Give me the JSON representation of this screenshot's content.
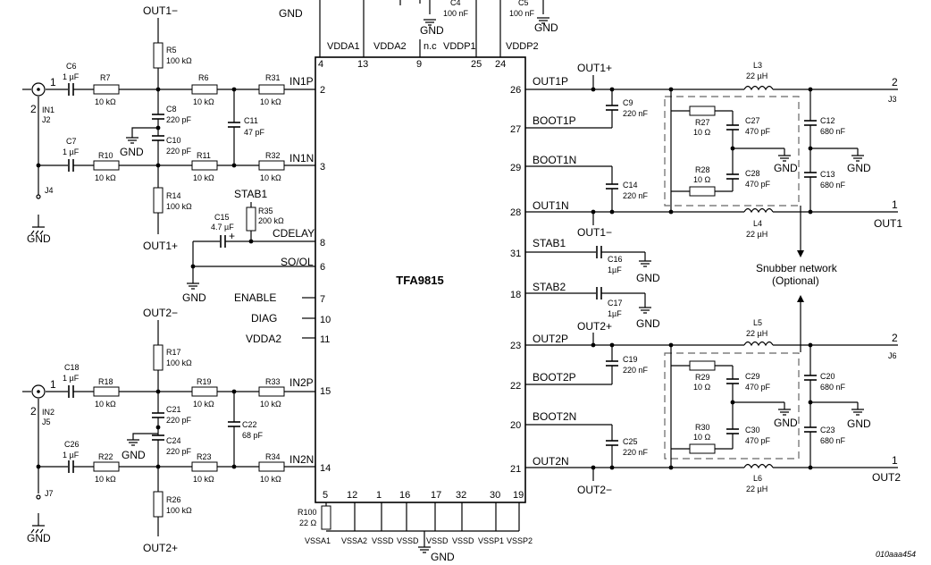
{
  "ic": {
    "name": "TFA9815",
    "top_pins": [
      {
        "num": "4",
        "label": "VDDA1"
      },
      {
        "num": "13",
        "label": "VDDA2"
      },
      {
        "num": "9",
        "label": "n.c"
      },
      {
        "num": "25",
        "label": "VDDP1"
      },
      {
        "num": "24",
        "label": "VDDP2"
      }
    ],
    "left_pins": [
      {
        "num": "2",
        "label": "IN1P"
      },
      {
        "num": "3",
        "label": "IN1N"
      },
      {
        "num": "8",
        "label": "CDELAY"
      },
      {
        "num": "6",
        "label": "SO/OL"
      },
      {
        "num": "7",
        "label": "ENABLE"
      },
      {
        "num": "10",
        "label": "DIAG"
      },
      {
        "num": "11",
        "label": "VDDA2"
      },
      {
        "num": "15",
        "label": "IN2P"
      },
      {
        "num": "14",
        "label": "IN2N"
      }
    ],
    "right_pins": [
      {
        "num": "26",
        "label": "OUT1P"
      },
      {
        "num": "27",
        "label": "BOOT1P"
      },
      {
        "num": "29",
        "label": "BOOT1N"
      },
      {
        "num": "28",
        "label": "OUT1N"
      },
      {
        "num": "31",
        "label": "STAB1"
      },
      {
        "num": "18",
        "label": "STAB2"
      },
      {
        "num": "23",
        "label": "OUT2P"
      },
      {
        "num": "22",
        "label": "BOOT2P"
      },
      {
        "num": "20",
        "label": "BOOT2N"
      },
      {
        "num": "21",
        "label": "OUT2N"
      }
    ],
    "bottom_pins": [
      "5",
      "12",
      "1",
      "16",
      "17",
      "32",
      "30",
      "19"
    ],
    "bottom_labels": [
      "VSSA1",
      "VSSA2",
      "VSSD",
      "VSSD",
      "VSSD",
      "VSSD",
      "VSSP1",
      "VSSP2"
    ]
  },
  "components": {
    "C4": {
      "ref": "C4",
      "value": "100 nF"
    },
    "C5": {
      "ref": "C5",
      "value": "100 nF"
    },
    "C6": {
      "ref": "C6",
      "value": "1 µF"
    },
    "R7": {
      "ref": "R7",
      "value": "10 kΩ"
    },
    "R5": {
      "ref": "R5",
      "value": "100 kΩ"
    },
    "R6": {
      "ref": "R6",
      "value": "10 kΩ"
    },
    "R31": {
      "ref": "R31",
      "value": "10 kΩ"
    },
    "C8": {
      "ref": "C8",
      "value": "220 pF"
    },
    "C10": {
      "ref": "C10",
      "value": "220 pF"
    },
    "C11": {
      "ref": "C11",
      "value": "47 pF"
    },
    "C7": {
      "ref": "C7",
      "value": "1 µF"
    },
    "R10": {
      "ref": "R10",
      "value": "10 kΩ"
    },
    "R11": {
      "ref": "R11",
      "value": "10 kΩ"
    },
    "R32": {
      "ref": "R32",
      "value": "10 kΩ"
    },
    "R14": {
      "ref": "R14",
      "value": "100 kΩ"
    },
    "R35": {
      "ref": "R35",
      "value": "200 kΩ"
    },
    "C15": {
      "ref": "C15",
      "value": "4.7 µF"
    },
    "C18": {
      "ref": "C18",
      "value": "1 µF"
    },
    "R18": {
      "ref": "R18",
      "value": "10 kΩ"
    },
    "R17": {
      "ref": "R17",
      "value": "100 kΩ"
    },
    "R19": {
      "ref": "R19",
      "value": "10 kΩ"
    },
    "R33": {
      "ref": "R33",
      "value": "10 kΩ"
    },
    "C21": {
      "ref": "C21",
      "value": "220 pF"
    },
    "C24": {
      "ref": "C24",
      "value": "220 pF"
    },
    "C22": {
      "ref": "C22",
      "value": "68 pF"
    },
    "C26": {
      "ref": "C26",
      "value": "1 µF"
    },
    "R22": {
      "ref": "R22",
      "value": "10 kΩ"
    },
    "R23": {
      "ref": "R23",
      "value": "10 kΩ"
    },
    "R34": {
      "ref": "R34",
      "value": "10 kΩ"
    },
    "R26": {
      "ref": "R26",
      "value": "100 kΩ"
    },
    "R100": {
      "ref": "R100",
      "value": "22 Ω"
    },
    "L3": {
      "ref": "L3",
      "value": "22 µH"
    },
    "L4": {
      "ref": "L4",
      "value": "22 µH"
    },
    "L5": {
      "ref": "L5",
      "value": "22 µH"
    },
    "L6": {
      "ref": "L6",
      "value": "22 µH"
    },
    "C9": {
      "ref": "C9",
      "value": "220 nF"
    },
    "C14": {
      "ref": "C14",
      "value": "220 nF"
    },
    "C19": {
      "ref": "C19",
      "value": "220 nF"
    },
    "C25": {
      "ref": "C25",
      "value": "220 nF"
    },
    "R27": {
      "ref": "R27",
      "value": "10 Ω"
    },
    "R28": {
      "ref": "R28",
      "value": "10 Ω"
    },
    "R29": {
      "ref": "R29",
      "value": "10 Ω"
    },
    "R30": {
      "ref": "R30",
      "value": "10 Ω"
    },
    "C27": {
      "ref": "C27",
      "value": "470 pF"
    },
    "C28": {
      "ref": "C28",
      "value": "470 pF"
    },
    "C29": {
      "ref": "C29",
      "value": "470 pF"
    },
    "C30": {
      "ref": "C30",
      "value": "470 pF"
    },
    "C12": {
      "ref": "C12",
      "value": "680 nF"
    },
    "C13": {
      "ref": "C13",
      "value": "680 nF"
    },
    "C20": {
      "ref": "C20",
      "value": "680 nF"
    },
    "C23": {
      "ref": "C23",
      "value": "680 nF"
    },
    "C16": {
      "ref": "C16",
      "value": "1µF"
    },
    "C17": {
      "ref": "C17",
      "value": "1µF"
    }
  },
  "nets": {
    "gnd": "GND",
    "out1_minus": "OUT1−",
    "out1_plus": "OUT1+",
    "out2_minus": "OUT2−",
    "out2_plus": "OUT2+",
    "stab1": "STAB1",
    "out1": "OUT1",
    "out2": "OUT2"
  },
  "connectors": {
    "j2": "J2",
    "in1": "IN1",
    "j4": "J4",
    "j5": "J5",
    "in2": "IN2",
    "j7": "J7",
    "j3": "J3",
    "j6": "J6",
    "pin1": "1",
    "pin2": "2"
  },
  "annotations": {
    "snubber_line1": "Snubber network",
    "snubber_line2": "(Optional)",
    "figure_ref": "010aaa454"
  }
}
